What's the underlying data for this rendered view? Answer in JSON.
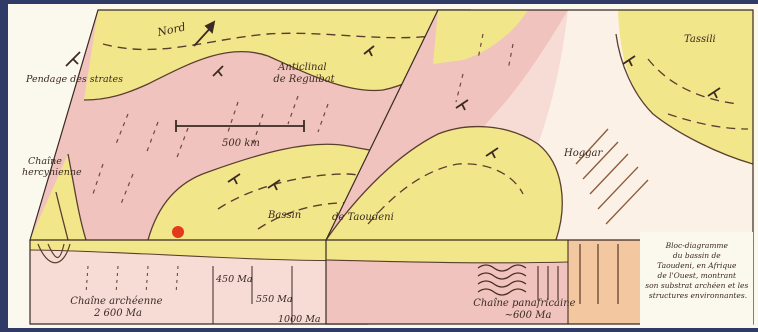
{
  "labels": {
    "nord": "Nord",
    "pendage": "Pendage des strates",
    "anticlinal": "Anticlinal\nde Reguibat",
    "chaine_hercynienne": "Chaîne\nhercynienne",
    "scale": "500 km",
    "bassin": "Bassin",
    "taoudeni": "de Taoudeni",
    "hoggar": "Hoggar",
    "tassili": "Tassili",
    "age_450": "450 Ma",
    "age_550": "550 Ma",
    "age_1000": "1000 Ma",
    "chaine_archeenne": "Chaîne archéenne\n2 600 Ma",
    "chaine_panafricaine": "Chaîne panafricaine\n~600 Ma",
    "caption": "Bloc-diagramme\ndu bassin de\nTaoudeni, en Afrique\nde l'Ouest, montrant\nson substrat archéen et les\nstructures environnantes."
  },
  "colors": {
    "background": "#2f3b66",
    "paper": "#fbf8ee",
    "sediment_yellow": "#f2e68a",
    "archean_pink": "#f0c3be",
    "side_pink": "#eaa9a2",
    "pale_pink": "#f7dcd6",
    "orange_front": "#f3c7a0",
    "red_marker": "#e23a1a",
    "ink": "#3a2a22"
  },
  "icons": {
    "north_arrow": "north-arrow-icon",
    "dip_symbol": "dip-symbol-icon",
    "locality": "red-dot-marker"
  }
}
